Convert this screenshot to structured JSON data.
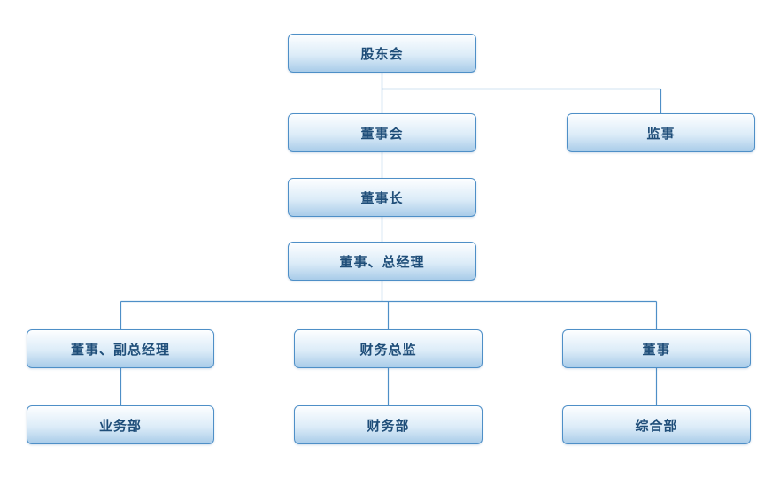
{
  "diagram": {
    "type": "org-chart"
  },
  "nodes": {
    "shareholders": {
      "label": "股东会"
    },
    "board": {
      "label": "董事会"
    },
    "supervisor": {
      "label": "监事"
    },
    "chairman": {
      "label": "董事长"
    },
    "gm": {
      "label": "董事、总经理"
    },
    "deputy_gm": {
      "label": "董事、副总经理"
    },
    "cfo": {
      "label": "财务总监"
    },
    "director": {
      "label": "董事"
    },
    "business_dept": {
      "label": "业务部"
    },
    "finance_dept": {
      "label": "财务部"
    },
    "general_dept": {
      "label": "综合部"
    }
  },
  "edges": [
    {
      "from": "shareholders",
      "to": "board"
    },
    {
      "from": "shareholders",
      "to": "supervisor"
    },
    {
      "from": "board",
      "to": "chairman"
    },
    {
      "from": "chairman",
      "to": "gm"
    },
    {
      "from": "gm",
      "to": "deputy_gm"
    },
    {
      "from": "gm",
      "to": "cfo"
    },
    {
      "from": "gm",
      "to": "director"
    },
    {
      "from": "deputy_gm",
      "to": "business_dept"
    },
    {
      "from": "cfo",
      "to": "finance_dept"
    },
    {
      "from": "director",
      "to": "general_dept"
    }
  ],
  "colors": {
    "background": "#ffffff",
    "border": "#4e8fc7",
    "connector": "#4e8fc7",
    "text": "#1f4e79",
    "fill_top": "#fdfeff",
    "fill_mid": "#dcecf8",
    "fill_bottom": "#a9cce9"
  }
}
